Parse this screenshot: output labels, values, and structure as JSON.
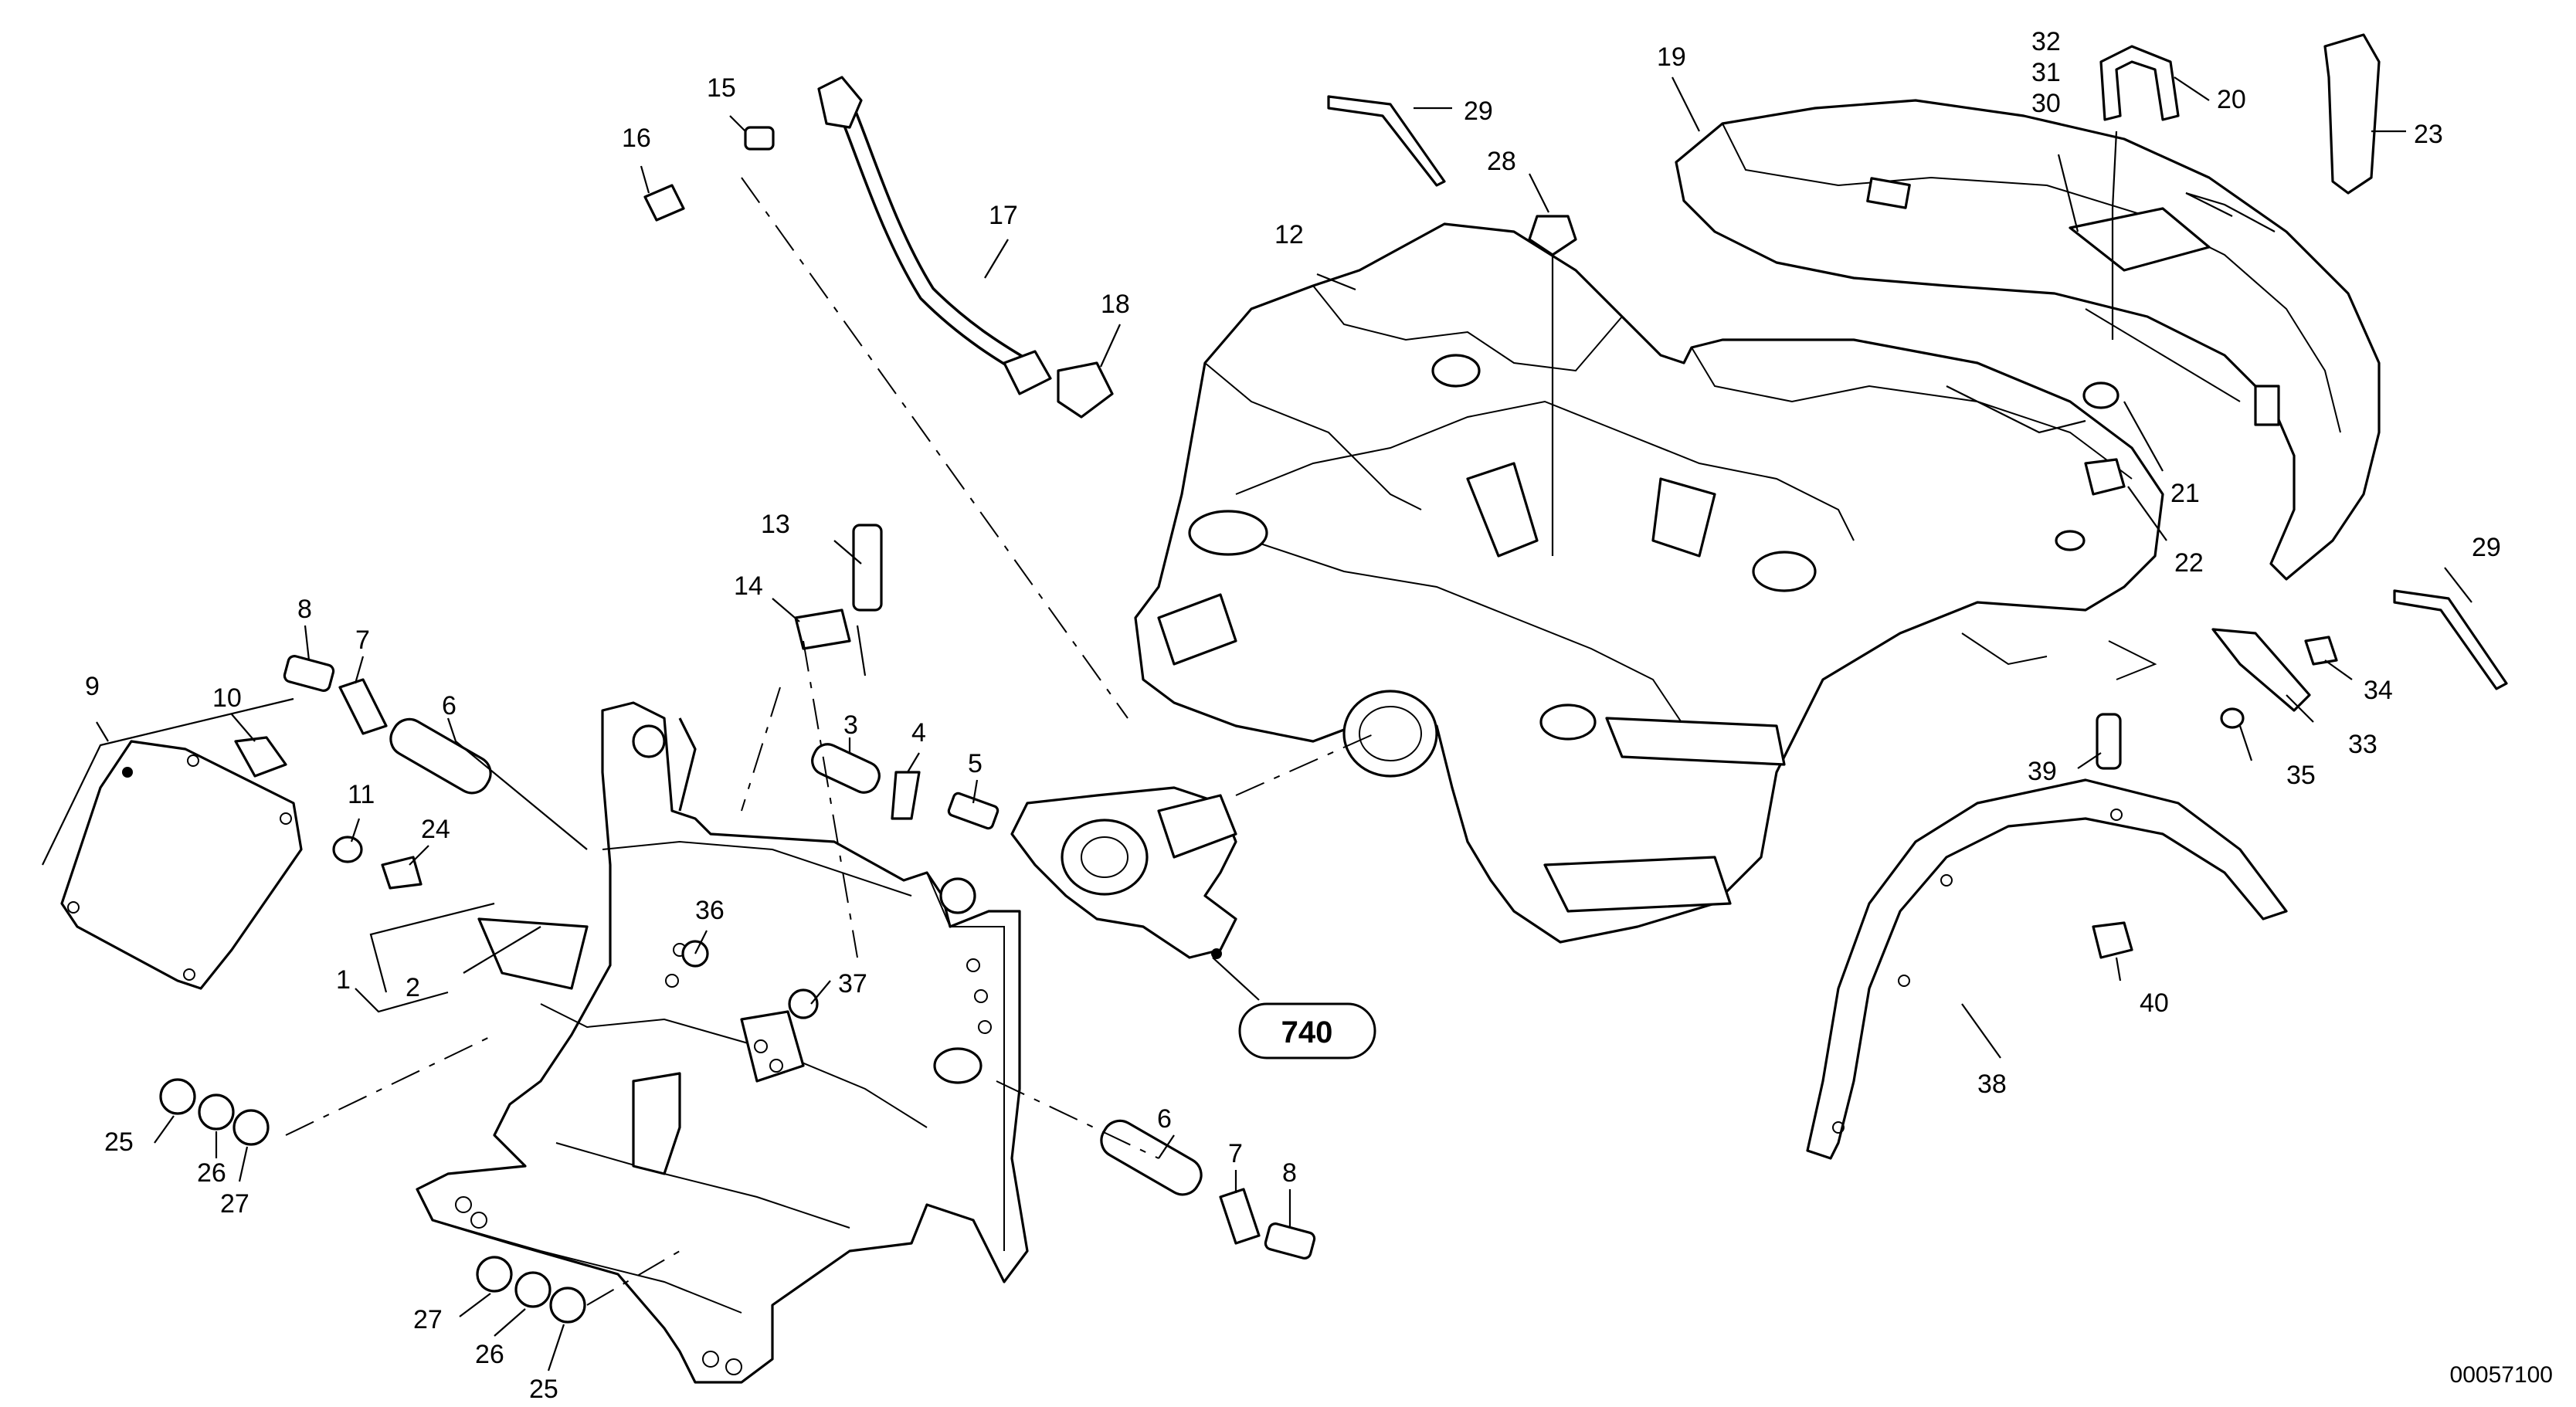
{
  "labels": {
    "l1": "1",
    "l2": "2",
    "l3": "3",
    "l4": "4",
    "l5": "5",
    "l6a": "6",
    "l6b": "6",
    "l7a": "7",
    "l7b": "7",
    "l8a": "8",
    "l8b": "8",
    "l9": "9",
    "l10": "10",
    "l11": "11",
    "l12": "12",
    "l13": "13",
    "l14": "14",
    "l15": "15",
    "l16": "16",
    "l17": "17",
    "l18": "18",
    "l19": "19",
    "l20": "20",
    "l21": "21",
    "l22": "22",
    "l23": "23",
    "l24": "24",
    "l25a": "25",
    "l25b": "25",
    "l26a": "26",
    "l26b": "26",
    "l27a": "27",
    "l27b": "27",
    "l28": "28",
    "l29a": "29",
    "l29b": "29",
    "l30": "30",
    "l31": "31",
    "l32": "32",
    "l33": "33",
    "l34": "34",
    "l35": "35",
    "l36": "36",
    "l37": "37",
    "l38": "38",
    "l39": "39",
    "l40": "40"
  },
  "reference_box": "740",
  "drawing_number": "00057100"
}
